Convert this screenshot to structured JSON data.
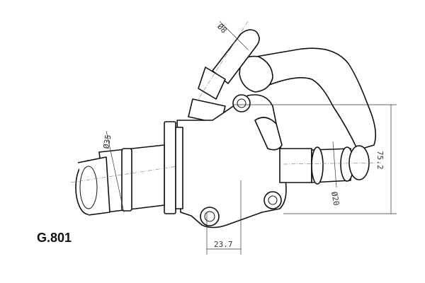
{
  "part_code": "G.801",
  "dimensions": {
    "pipe_diameter_small": "Ø8",
    "inlet_diameter": "Ø35",
    "outlet_diameter": "Ø20",
    "height": "75.2",
    "offset": "23.7"
  }
}
